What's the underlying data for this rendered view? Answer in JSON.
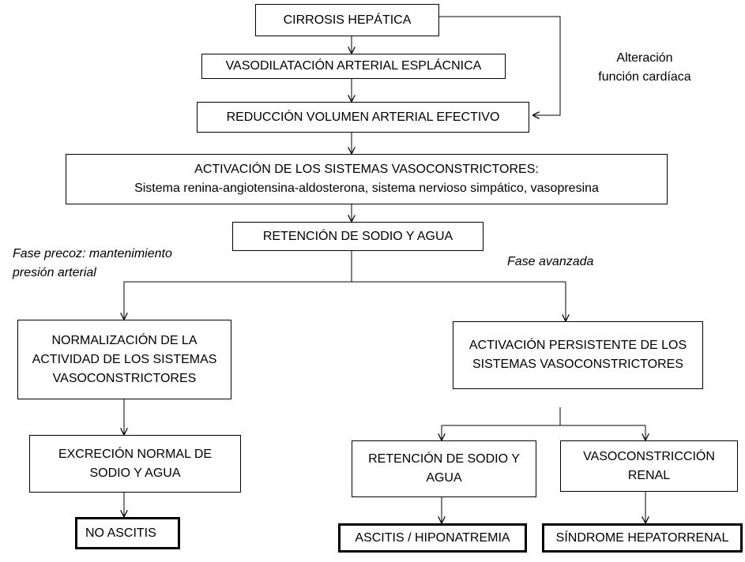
{
  "boxes": {
    "cirrosis": "CIRROSIS HEPÁTICA",
    "vasodilatacion": "VASODILATACIÓN ARTERIAL ESPLÁCNICA",
    "reduccion": "REDUCCIÓN VOLUMEN ARTERIAL EFECTIVO",
    "activacion": {
      "line1": "ACTIVACIÓN DE LOS SISTEMAS VASOCONSTRICTORES:",
      "line2": "Sistema renina-angiotensina-aldosterona, sistema nervioso simpático, vasopresina"
    },
    "retencion": "RETENCIÓN DE SODIO Y AGUA",
    "normalizacion": {
      "line1": "NORMALIZACIÓN DE LA",
      "line2": "ACTIVIDAD DE LOS SISTEMAS",
      "line3": "VASOCONSTRICTORES"
    },
    "activacion_persistente": {
      "line1": "ACTIVACIÓN PERSISTENTE DE LOS",
      "line2": "SISTEMAS VASOCONSTRICTORES"
    },
    "excrecion": {
      "line1": "EXCRECIÓN NORMAL DE",
      "line2": "SODIO Y AGUA"
    },
    "retencion2": {
      "line1": "RETENCIÓN DE SODIO Y",
      "line2": "AGUA"
    },
    "vasoconstriccion": {
      "line1": "VASOCONSTRICCIÓN",
      "line2": "RENAL"
    },
    "no_ascitis": "NO ASCITIS",
    "ascitis": "ASCITIS / HIPONATREMIA",
    "hepatorrenal": "SÍNDROME HEPATORRENAL"
  },
  "notes": {
    "alteracion": {
      "line1": "Alteración",
      "line2": "función cardíaca"
    },
    "fase_precoz": {
      "line1": "Fase precoz: mantenimiento",
      "line2": "presión arterial"
    },
    "fase_avanzada": "Fase avanzada"
  }
}
